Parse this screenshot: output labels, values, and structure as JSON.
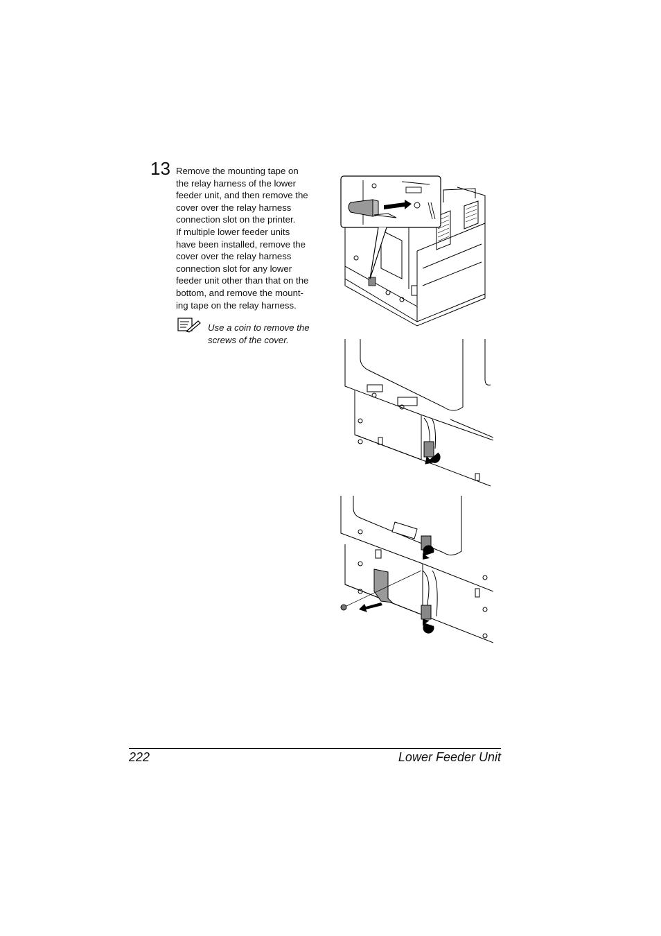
{
  "step": {
    "number": "13",
    "lines": [
      "Remove the mounting tape on",
      "the relay harness of the lower",
      "feeder unit, and then remove the",
      "cover over the relay harness",
      "connection slot on the printer.",
      "If multiple lower feeder units",
      "have been installed, remove the",
      "cover over the relay harness",
      "connection slot for any lower",
      "feeder unit other than that on the",
      "bottom, and remove the mount-",
      "ing tape on the relay harness."
    ]
  },
  "note": {
    "icon": "note-pencil-icon",
    "lines": [
      "Use a coin to remove the",
      "screws of the cover."
    ]
  },
  "footer": {
    "page_number": "222",
    "section_title": "Lower Feeder Unit"
  }
}
